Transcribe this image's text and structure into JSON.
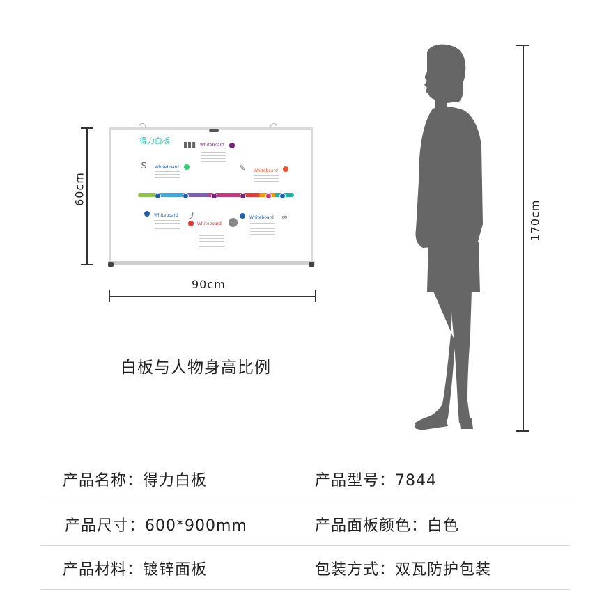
{
  "diagram": {
    "width_label": "90cm",
    "height_label": "60cm",
    "person_height_label": "170cm",
    "caption": "白板与人物身高比例"
  },
  "board": {
    "title": "得力白板",
    "item_label": "Whiteboard",
    "colors": {
      "accent_teal": "#33b9a6",
      "purple": "#7b1f7a",
      "green": "#2ecc71",
      "red_orange": "#e8542f",
      "blue": "#1f5fb0",
      "red": "#e53935"
    }
  },
  "specs": {
    "rows": [
      {
        "left": "产品名称：得力白板",
        "right": "产品型号：7844"
      },
      {
        "left": "产品尺寸：600*900mm",
        "right": "产品面板颜色：白色"
      },
      {
        "left": "产品材料：镀锌面板",
        "right": "包装方式：双瓦防护包装"
      }
    ]
  },
  "colors": {
    "silhouette": "#666666",
    "line": "#333333",
    "rule": "#d7d7d7"
  }
}
